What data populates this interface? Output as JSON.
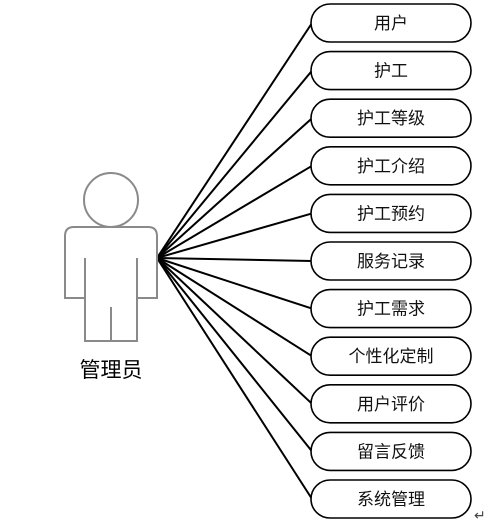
{
  "actor": {
    "label": "管理员",
    "icon": "person-icon",
    "outline_color": "#8a8a8a"
  },
  "use_cases": [
    {
      "label": "用户"
    },
    {
      "label": "护工"
    },
    {
      "label": "护工等级"
    },
    {
      "label": "护工介绍"
    },
    {
      "label": "护工预约"
    },
    {
      "label": "服务记录"
    },
    {
      "label": "护工需求"
    },
    {
      "label": "个性化定制"
    },
    {
      "label": "用户评价"
    },
    {
      "label": "留言反馈"
    },
    {
      "label": "系统管理"
    }
  ],
  "paragraph_mark": "↵",
  "colors": {
    "line": "#000000",
    "ellipse_stroke": "#000000",
    "ellipse_fill": "#ffffff"
  }
}
